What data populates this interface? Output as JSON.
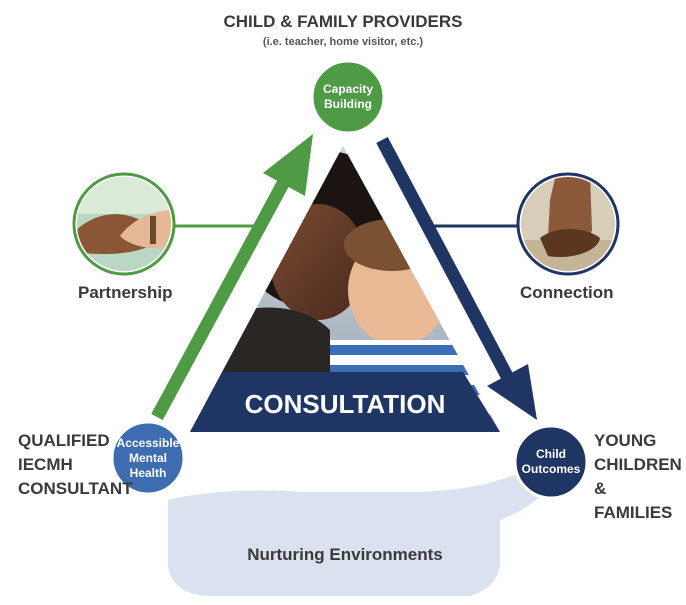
{
  "header": {
    "title": "CHILD & FAMILY PROVIDERS",
    "subtitle": "(i.e. teacher, home visitor, etc.)"
  },
  "colors": {
    "green": "#4e9a45",
    "navy": "#1f3563",
    "light_blue": "#d6e1ee",
    "mid_blue": "#3d6db0",
    "text": "#3a3a3a"
  },
  "nodes": {
    "top": "Capacity Building",
    "left": "Accessible Mental Health",
    "right": "Child Outcomes"
  },
  "side_labels": {
    "left_label": "Partnership",
    "right_label": "Connection",
    "left_icon": "handshake-photo",
    "right_icon": "hand-holding-child-photo"
  },
  "corner_labels": {
    "left_line1": "QUALIFIED",
    "left_line2": "IECMH",
    "left_line3": "CONSULTANT",
    "right_line1": "YOUNG",
    "right_line2": "CHILDREN",
    "right_line3": "& FAMILIES"
  },
  "center": {
    "label": "CONSULTATION",
    "photo": "mother-and-child-photo"
  },
  "bottom": {
    "label": "Nurturing Environments",
    "icon": "open-hand-icon"
  }
}
